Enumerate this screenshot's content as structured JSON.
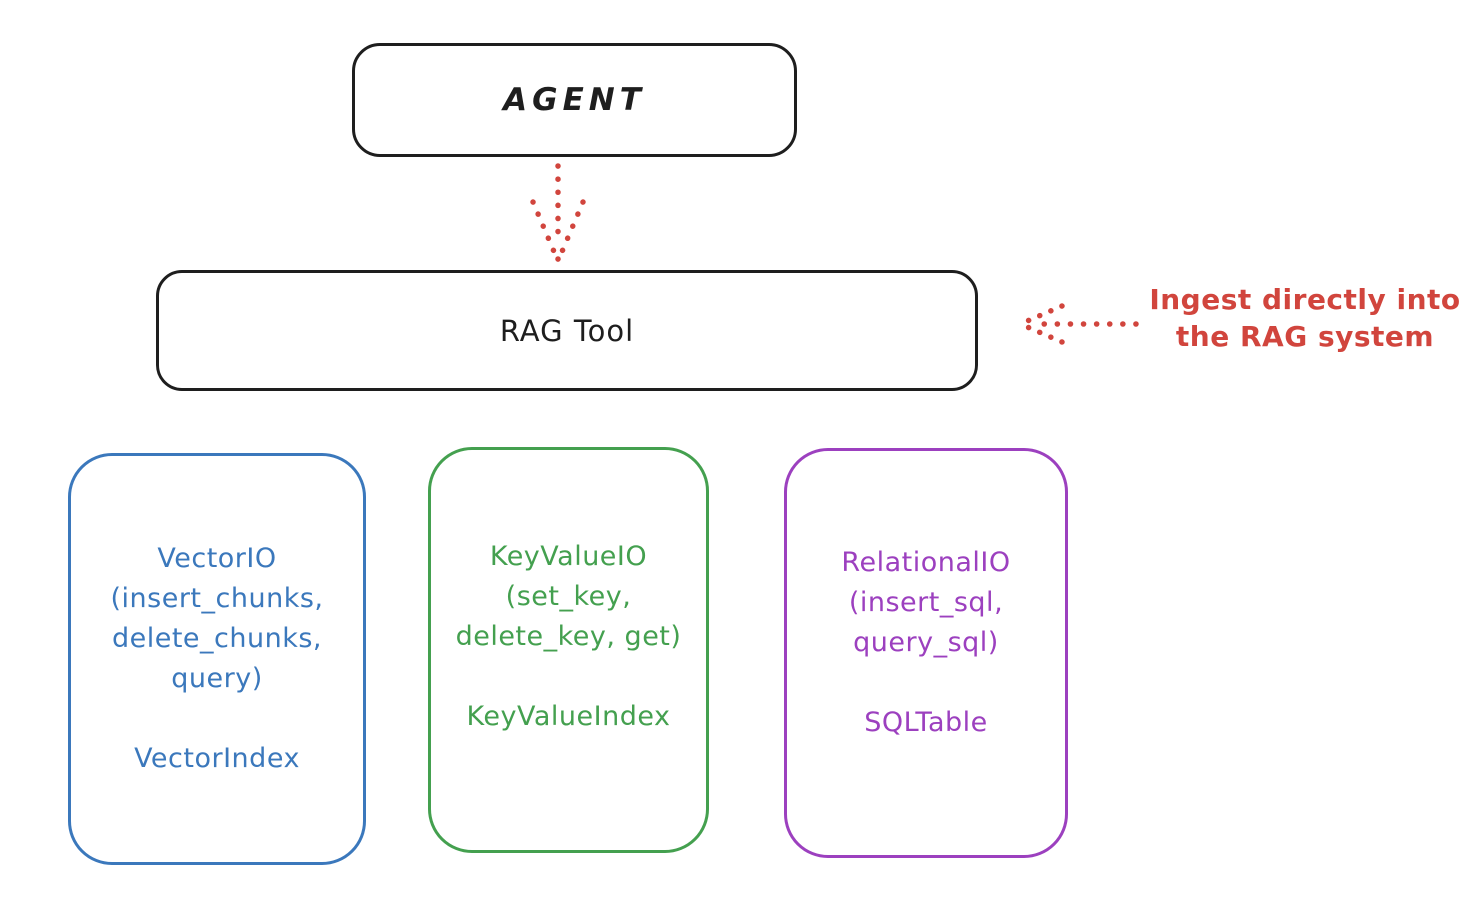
{
  "canvas": {
    "background": "#ffffff",
    "ink_color": "#1e1e1e"
  },
  "agent_box": {
    "label": "AGENT",
    "border_color": "#1e1e1e"
  },
  "rag_tool_box": {
    "label": "RAG Tool",
    "border_color": "#1e1e1e"
  },
  "agent_to_rag_arrow": {
    "style": "dotted",
    "direction": "down",
    "color": "#d1453d"
  },
  "annotation": {
    "line1": "Ingest directly into",
    "line2": "the RAG system",
    "color": "#d1453d",
    "arrow_style": "dotted",
    "arrow_direction": "left"
  },
  "io_boxes": [
    {
      "id": "vector-io",
      "color": "#3b78bc",
      "lines": [
        "VectorIO",
        "(insert_chunks,",
        "delete_chunks,",
        "query)"
      ],
      "index_label": "VectorIndex"
    },
    {
      "id": "keyvalue-io",
      "color": "#44a04f",
      "lines": [
        "KeyValueIO",
        "(set_key,",
        "delete_key, get)"
      ],
      "index_label": "KeyValueIndex"
    },
    {
      "id": "relational-io",
      "color": "#9c40bf",
      "lines": [
        "RelationalIO",
        "(insert_sql,",
        "query_sql)"
      ],
      "index_label": "SQLTable"
    }
  ]
}
